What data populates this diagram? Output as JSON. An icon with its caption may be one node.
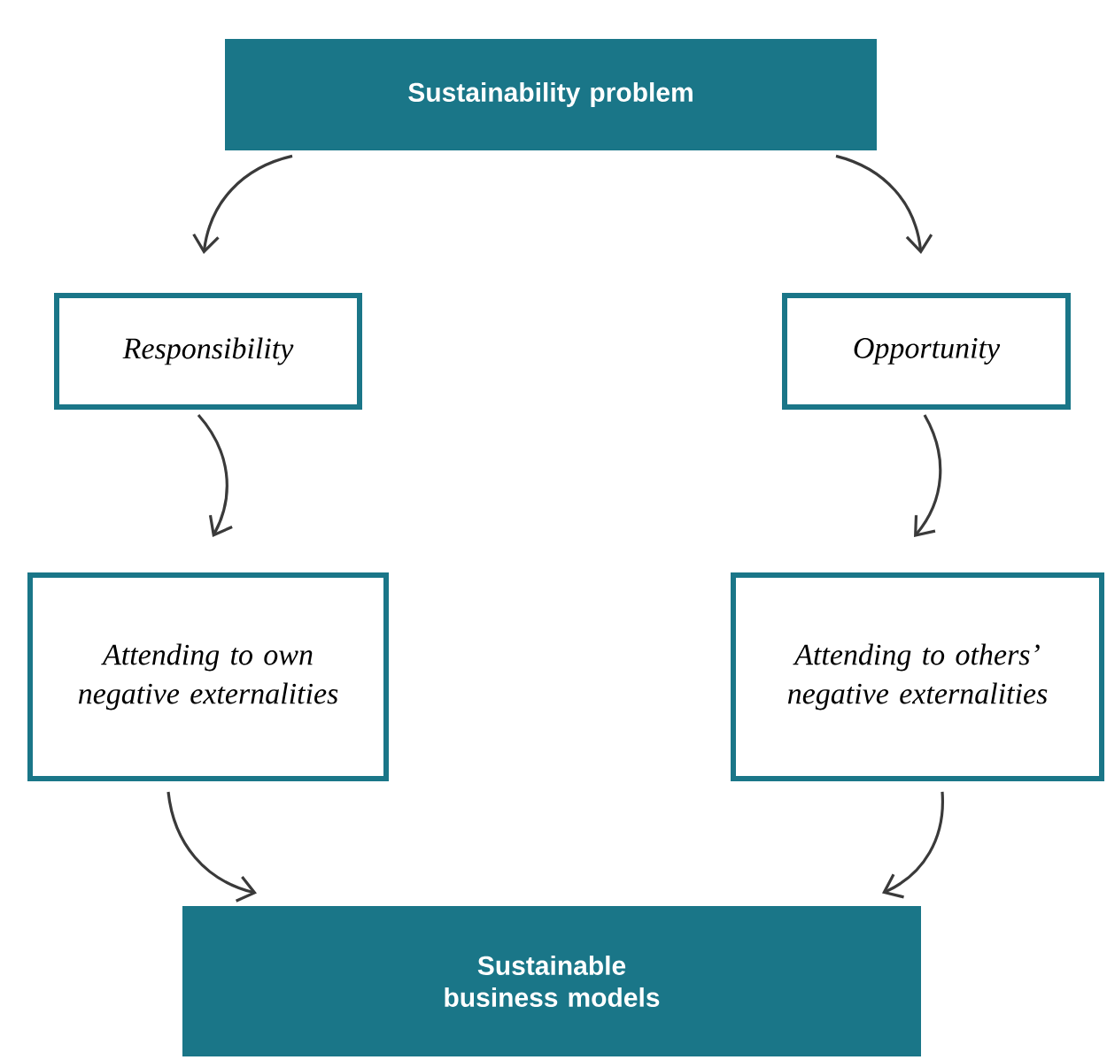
{
  "diagram": {
    "nodes": [
      {
        "text": [
          "Sustainability problem"
        ]
      },
      {
        "text": [
          "Responsibility"
        ]
      },
      {
        "text": [
          "Opportunity"
        ]
      },
      {
        "text": [
          "Attending to own negative externalities"
        ]
      },
      {
        "text": [
          "Attending to others’ negative externalities"
        ]
      },
      {
        "text": [
          "Sustainable business models"
        ]
      }
    ],
    "edges": [
      {
        "from": 0,
        "to": 1,
        "arrow": "to"
      },
      {
        "from": 0,
        "to": 2,
        "arrow": "to"
      },
      {
        "from": 1,
        "to": 3,
        "arrow": "to"
      },
      {
        "from": 2,
        "to": 4,
        "arrow": "to"
      },
      {
        "from": 3,
        "to": 5,
        "arrow": "to"
      },
      {
        "from": 4,
        "to": 5,
        "arrow": "to"
      }
    ]
  }
}
